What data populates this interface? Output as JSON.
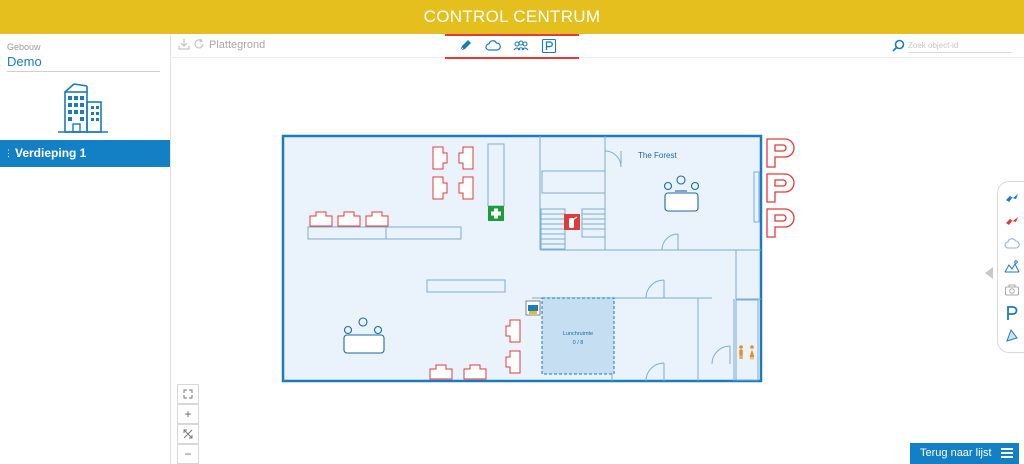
{
  "topbar": {
    "title": "CONTROL CENTRUM"
  },
  "sidebar": {
    "building_label": "Gebouw",
    "building_value": "Demo",
    "floors": [
      {
        "label": "Verdieping 1"
      }
    ]
  },
  "toolbar": {
    "title": "Plattegrond",
    "search_placeholder": "Zoek object-id",
    "modes": [
      "pen-icon",
      "cloud-icon",
      "people-icon",
      "parking-icon"
    ]
  },
  "plan": {
    "room_forest": "The Forest",
    "room_lunch": "Lunchruimte",
    "lunch_occupancy": "0 / 8"
  },
  "colors": {
    "header": "#e5bf1d",
    "accent": "#1380c6",
    "desk": "#e03b3b",
    "floor": "#eaf3fb"
  },
  "back_button": {
    "label": "Terug naar lijst"
  }
}
